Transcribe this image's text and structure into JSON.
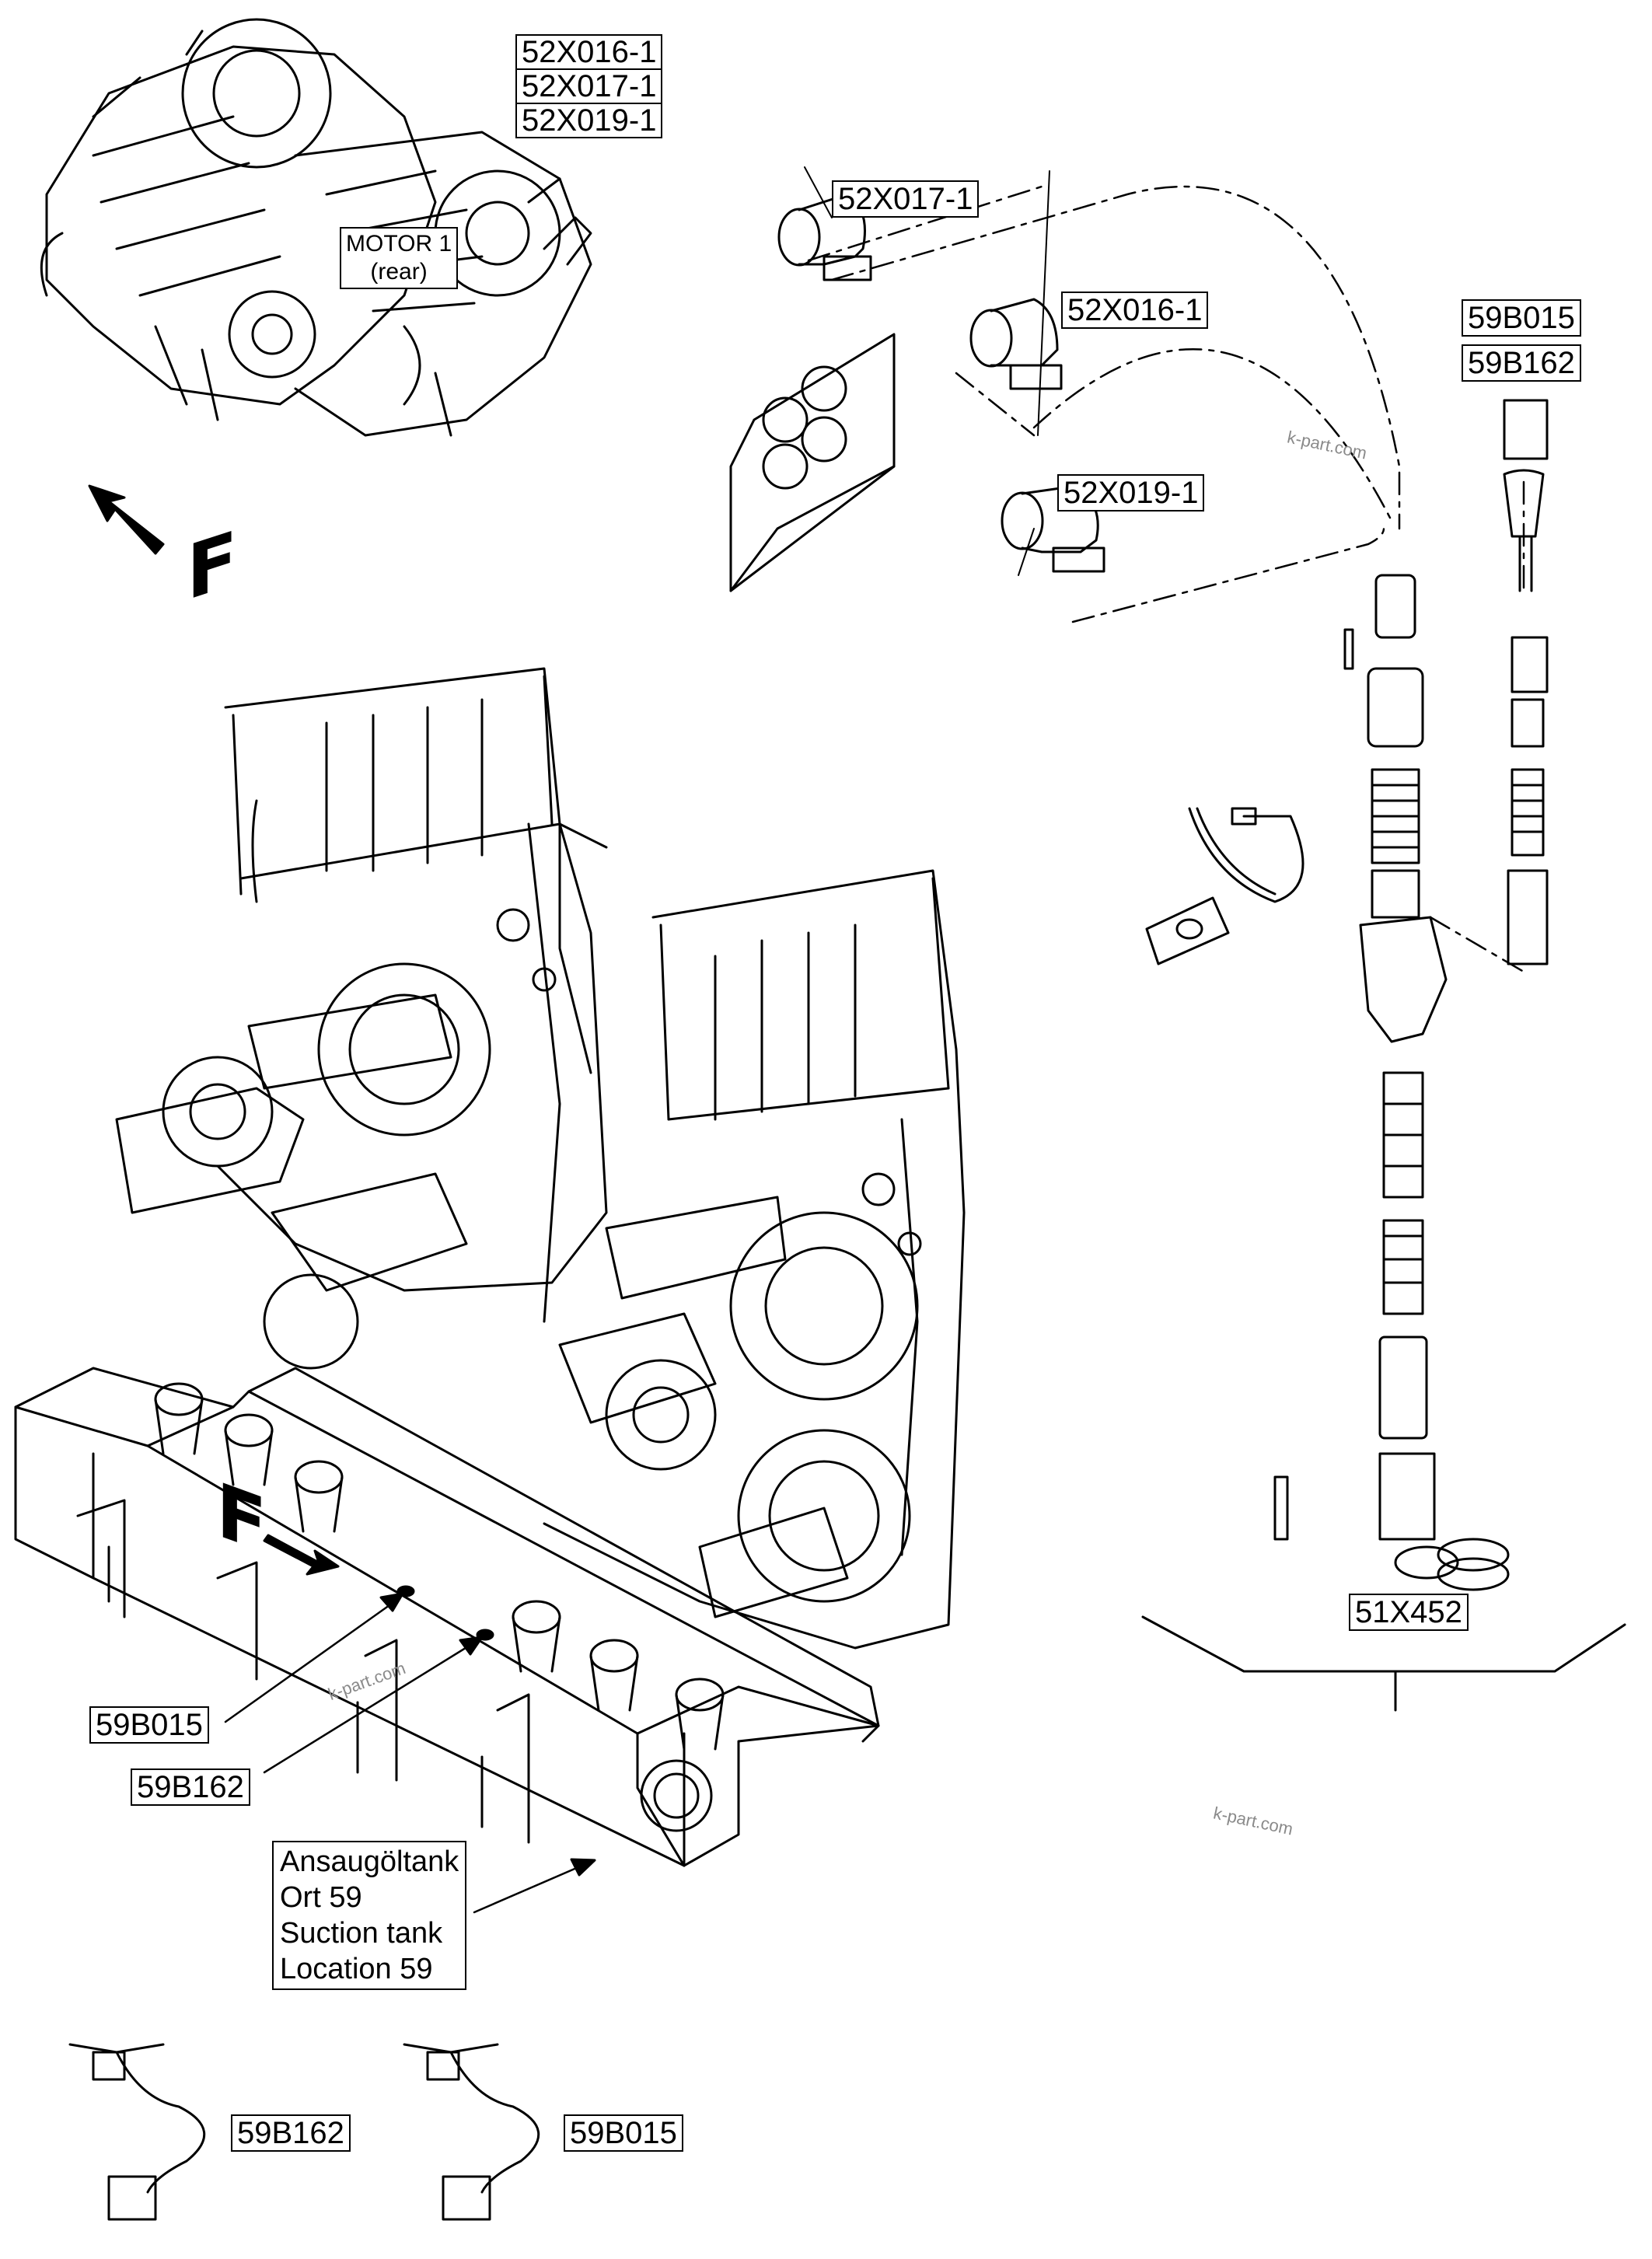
{
  "engine_callouts": [
    "52X016-1",
    "52X017-1",
    "52X019-1"
  ],
  "motor_label": {
    "line1": "MOTOR 1",
    "line2": "(rear)"
  },
  "connectors": {
    "c017": "52X017-1",
    "c016": "52X016-1",
    "c019": "52X019-1"
  },
  "sensor_callouts": {
    "top": "59B015",
    "bottom": "59B162"
  },
  "assembly_label": "51X452",
  "frame_callouts": {
    "first": "59B015",
    "second": "59B162"
  },
  "tank_note": {
    "de_name": "Ansaugöltank",
    "de_location": "Ort 59",
    "en_name": "Suction tank",
    "en_location": "Location 59"
  },
  "sensor_cables": {
    "left": "59B162",
    "right": "59B015"
  },
  "forward_marker": "F",
  "watermark": "k-part.com"
}
